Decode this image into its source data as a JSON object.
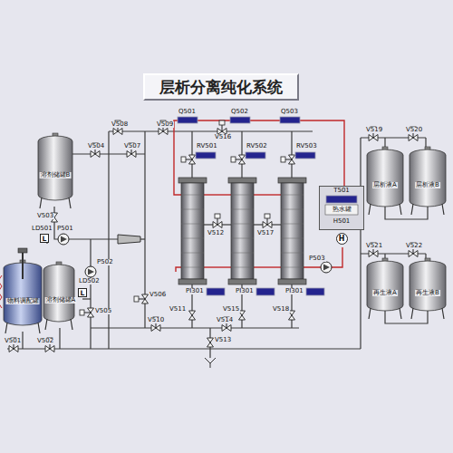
{
  "diagram": {
    "title": "层析分离纯化系统",
    "nodes": [
      {
        "text": [
          "溶剂储罐B"
        ]
      },
      {
        "text": [
          "L"
        ]
      },
      {
        "text": [
          "物料调配罐"
        ]
      },
      {
        "text": [
          "溶剂储罐A"
        ]
      },
      {
        "text": [
          "L"
        ]
      },
      {
        "text": [
          "T501",
          "热水罐",
          "H501"
        ]
      },
      {
        "text": [
          "H"
        ],
        "in": 5
      },
      {
        "text": [
          "层析液A"
        ]
      },
      {
        "text": [
          "层析液B"
        ]
      },
      {
        "text": [
          "再生液A"
        ]
      },
      {
        "text": [
          "再生液B"
        ]
      }
    ],
    "edges": [
      {
        "from": 7,
        "to": 8,
        "arrow": "none"
      },
      {
        "from": 9,
        "to": 10,
        "arrow": "none"
      }
    ],
    "labels": [
      "V508",
      "V509",
      "Q501",
      "V516",
      "Q502",
      "Q503",
      "V504",
      "V507",
      "RV501",
      "RV502",
      "RV503",
      "V503",
      "LD501",
      "P501",
      "V512",
      "V517",
      "P502",
      "LD502",
      "PI301",
      "PI301",
      "PI301",
      "V511",
      "V515",
      "V518",
      "V505",
      "V510",
      "V514",
      "V513",
      "V506",
      "V519",
      "V520",
      "V521",
      "V522",
      "P503",
      "V501",
      "V502"
    ]
  }
}
